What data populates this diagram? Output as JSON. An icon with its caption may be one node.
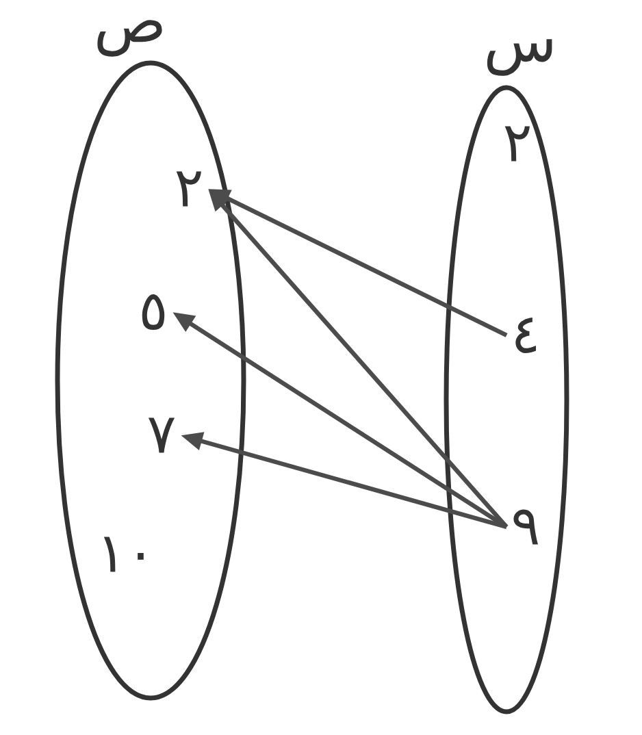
{
  "diagram": {
    "nodes": [
      {
        "text": [
          "ص"
        ]
      },
      {
        "text": [
          "٢"
        ],
        "in": 0
      },
      {
        "text": [
          "٥"
        ],
        "in": 0
      },
      {
        "text": [
          "٧"
        ],
        "in": 0
      },
      {
        "text": [
          "١٠"
        ],
        "in": 0
      },
      {
        "text": [
          "س"
        ]
      },
      {
        "text": [
          "٢"
        ],
        "in": 5
      },
      {
        "text": [
          "٤"
        ],
        "in": 5
      },
      {
        "text": [
          "٩"
        ],
        "in": 5
      }
    ],
    "edges": [
      {
        "from": 7,
        "to": 1,
        "arrow": "to"
      },
      {
        "from": 8,
        "to": 1,
        "arrow": "to"
      },
      {
        "from": 8,
        "to": 2,
        "arrow": "to"
      },
      {
        "from": 8,
        "to": 3,
        "arrow": "to"
      }
    ]
  }
}
